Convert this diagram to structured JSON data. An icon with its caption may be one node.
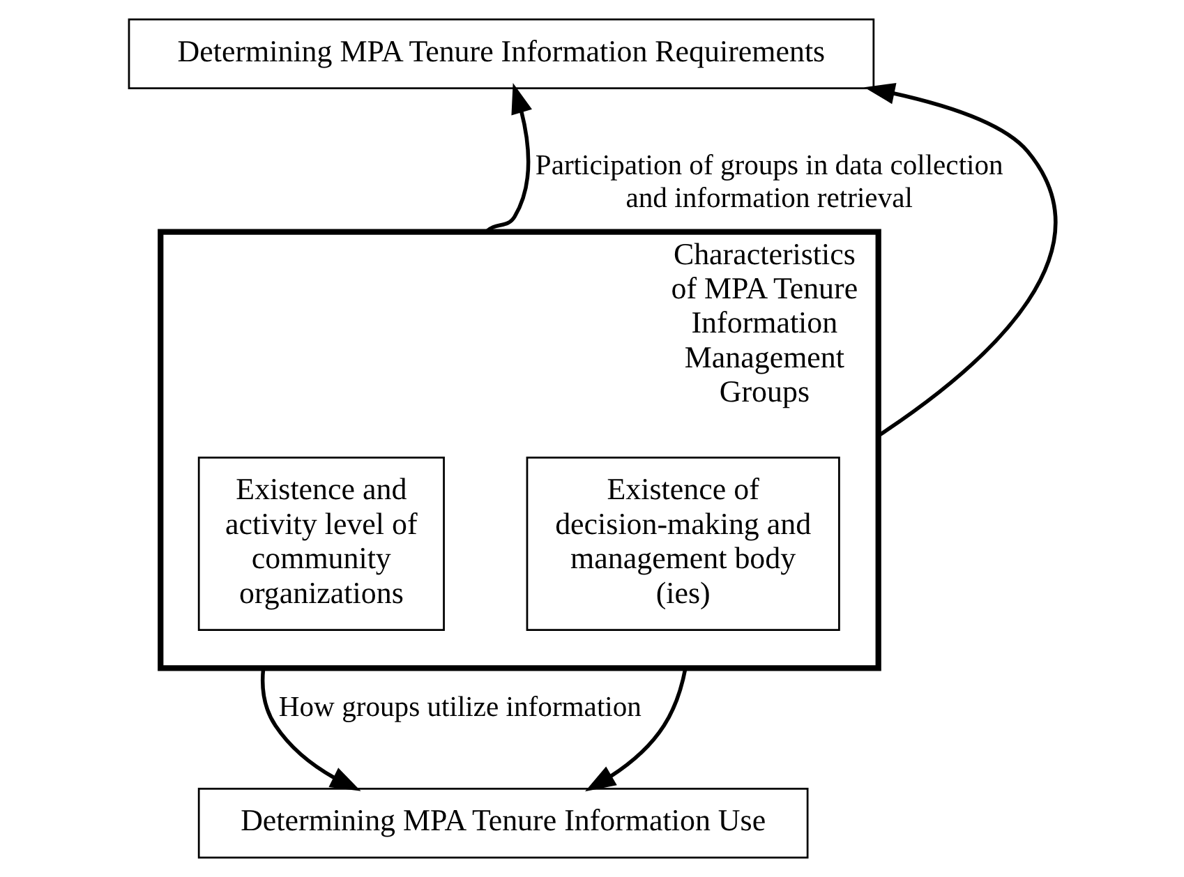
{
  "diagram": {
    "nodes": [
      {
        "text": [
          "Determining MPA Tenure Information Requirements"
        ]
      },
      {
        "text": [
          "Characteristics of MPA Tenure Information Management Groups"
        ]
      },
      {
        "text": [
          "Existence and activity level of community organizations"
        ],
        "in": 1
      },
      {
        "text": [
          "Existence of decision-making and management body (ies)"
        ],
        "in": 1
      },
      {
        "text": [
          "Determining MPA Tenure Information Use"
        ]
      }
    ],
    "edges": [
      {
        "from": 1,
        "to": 0,
        "arrow": "to",
        "label": "Participation of groups in data collection and information retrieval"
      },
      {
        "from": 1,
        "to": 0,
        "arrow": "to"
      },
      {
        "from": 1,
        "to": 4,
        "arrow": "to",
        "label": "How groups utilize information"
      },
      {
        "from": 1,
        "to": 4,
        "arrow": "to"
      }
    ]
  }
}
